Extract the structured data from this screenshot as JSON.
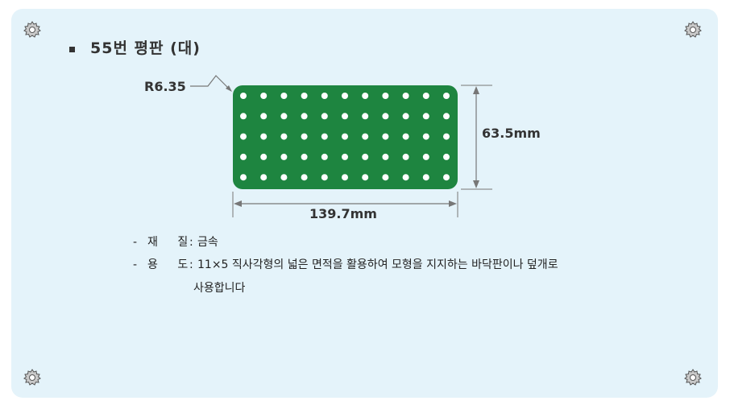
{
  "heading": {
    "title": "55번  평판 (대)"
  },
  "diagram": {
    "radius_label": "R6.35",
    "height_label": "63.5mm",
    "width_label": "139.7mm",
    "hole_columns": 11,
    "hole_rows": 5,
    "plate_color": "#1e8540",
    "hole_color": "#ffffff"
  },
  "specs": {
    "material": {
      "dash": "-",
      "label": "재 질",
      "colon": ":",
      "value": "금속"
    },
    "usage": {
      "dash": "-",
      "label": "용 도",
      "colon": ":",
      "value_line1": "11×5 직사각형의 넓은 면적을 활용하여 모형을 지지하는 바닥판이나 덮개로",
      "value_line2": "사용합니다"
    }
  },
  "icons": [
    "gear-icon",
    "gear-icon",
    "gear-icon",
    "gear-icon"
  ],
  "colors": {
    "background_panel": "#e4f3fa",
    "text": "#333333",
    "dimension_lines": "#777777"
  }
}
